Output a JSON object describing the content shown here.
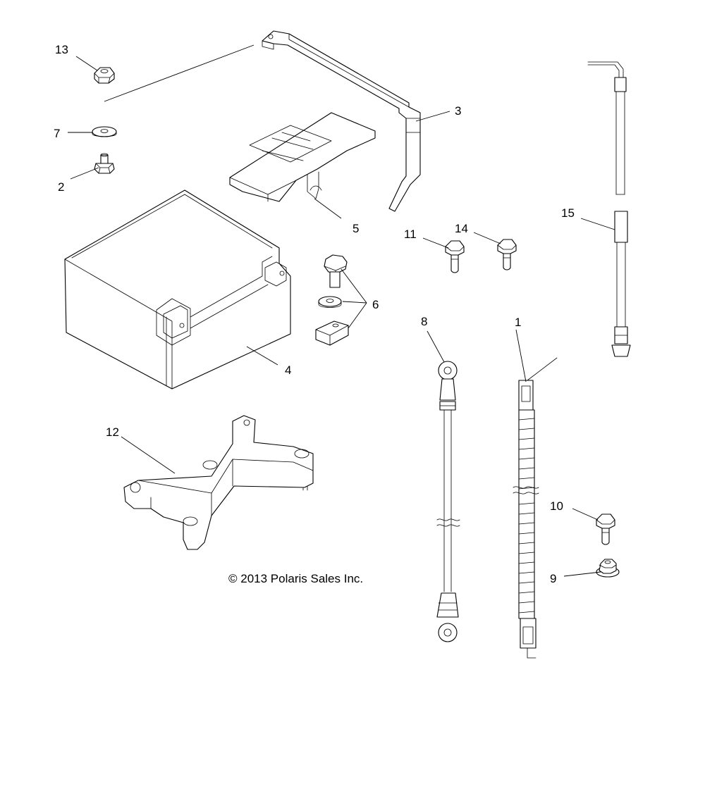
{
  "callouts": {
    "c1": "1",
    "c2": "2",
    "c3": "3",
    "c4": "4",
    "c5": "5",
    "c6": "6",
    "c7": "7",
    "c8": "8",
    "c9": "9",
    "c10": "10",
    "c11": "11",
    "c12": "12",
    "c13": "13",
    "c14": "14",
    "c15": "15"
  },
  "copyright": "© 2013 Polaris Sales Inc."
}
